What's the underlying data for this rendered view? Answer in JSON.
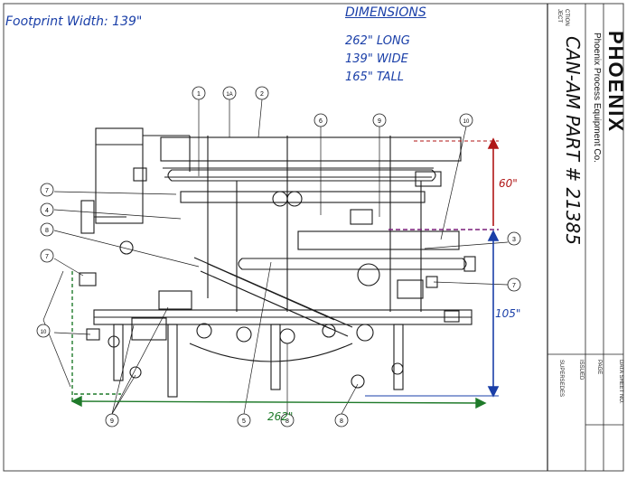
{
  "handwritten": {
    "footprint": "Footprint Width: 139\"",
    "dimensions_title": "DIMENSIONS",
    "long": "262\" LONG",
    "wide": "139\" WIDE",
    "tall": "165\" TALL",
    "height_upper": "60\"",
    "height_lower": "105\"",
    "length_bottom": "262\""
  },
  "title_block": {
    "company": "PHOENIX",
    "subtitle": "Phoenix Process Equipment Co.",
    "part_label": "CAN-AM PART # 21385",
    "field_section": "CTION",
    "field_subject": "JECT",
    "field_datasheet": "DATA SHEET NO.",
    "field_page": "PAGE",
    "field_issued": "ISSUED",
    "field_supersedes": "SUPERSEDES"
  },
  "balloons": [
    {
      "id": "b1",
      "label": "1"
    },
    {
      "id": "b1a",
      "label": "1A"
    },
    {
      "id": "b2",
      "label": "2"
    },
    {
      "id": "b6",
      "label": "6"
    },
    {
      "id": "b9",
      "label": "9"
    },
    {
      "id": "b10top",
      "label": "10"
    },
    {
      "id": "b7a",
      "label": "7"
    },
    {
      "id": "b4",
      "label": "4"
    },
    {
      "id": "b8l",
      "label": "8"
    },
    {
      "id": "b7b",
      "label": "7"
    },
    {
      "id": "b10l",
      "label": "10"
    },
    {
      "id": "b9b",
      "label": "9"
    },
    {
      "id": "b5",
      "label": "5"
    },
    {
      "id": "b8b",
      "label": "8"
    },
    {
      "id": "b8c",
      "label": "8"
    },
    {
      "id": "b3",
      "label": "3"
    },
    {
      "id": "b7r",
      "label": "7"
    }
  ],
  "colors": {
    "ink": "#1b1b1b",
    "blue_marker": "#1a3fa8",
    "red_marker": "#b01616",
    "purple_marker": "#7a1f7a",
    "green_marker": "#1f7a2a"
  }
}
